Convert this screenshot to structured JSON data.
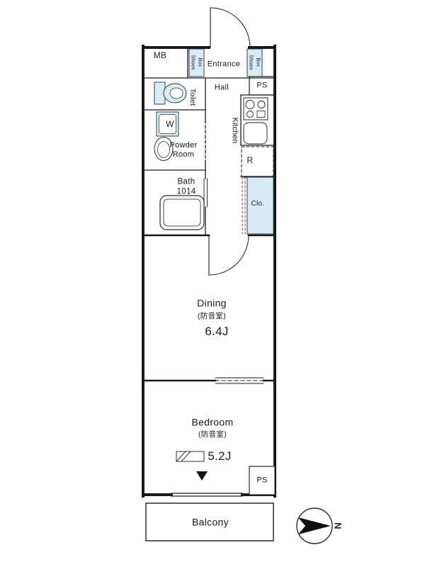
{
  "floorplan": {
    "colors": {
      "wall": "#1a1a1a",
      "fixture_fill": "#d8ecf5"
    },
    "rooms": {
      "mb": "MB",
      "entrance": "Entrance",
      "shoes_box_left": {
        "l1": "Shoes",
        "l2": "Box"
      },
      "shoes_box_right": {
        "l1": "Shoes",
        "l2": "Box"
      },
      "ps_top": "PS",
      "hall": "Hall",
      "toilet": "Toilet",
      "kitchen": "Kitchen",
      "washer": "W",
      "powder_room": {
        "l1": "Powder",
        "l2": "Room"
      },
      "refrigerator": "R",
      "bath": {
        "l1": "Bath",
        "l2": "1014"
      },
      "closet": "Clo.",
      "dining": {
        "name": "Dining",
        "note": "(防音室)",
        "size": "6.4J"
      },
      "bedroom": {
        "name": "Bedroom",
        "note": "(防音室)",
        "size": "5.2J"
      },
      "ps_bottom": "PS",
      "balcony": "Balcony"
    },
    "compass": {
      "north": "N"
    }
  }
}
